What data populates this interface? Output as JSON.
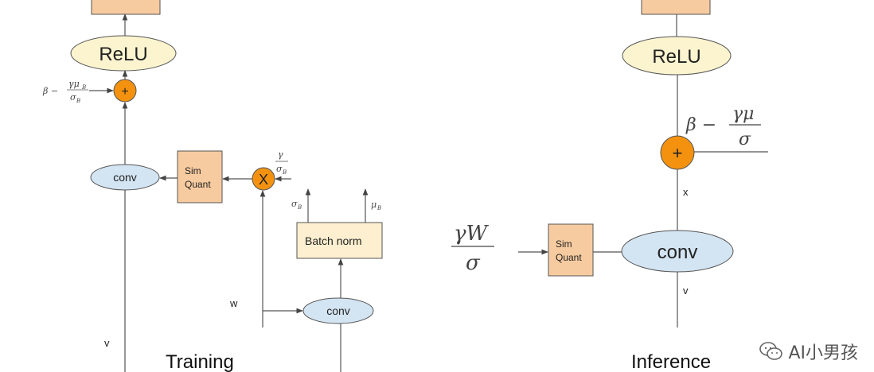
{
  "training": {
    "relu": "ReLU",
    "plus": "+",
    "bias_math_left": "β −",
    "bias_frac_num": "γμ",
    "bias_frac_num_sub": "B",
    "bias_frac_den": "σ",
    "bias_frac_den_sub": "B",
    "conv": "conv",
    "sim_quant_line1": "Sim",
    "sim_quant_line2": "Quant",
    "multiply": "X",
    "scale_num": "γ",
    "scale_den": "σ",
    "scale_den_sub": "B",
    "sigma_out": "σ",
    "sigma_out_sub": "B",
    "mu_out": "μ",
    "mu_out_sub": "B",
    "batch_norm": "Batch norm",
    "conv2": "conv",
    "w_label": "w",
    "v_label": "v",
    "caption": "Training"
  },
  "inference": {
    "relu": "ReLU",
    "plus": "+",
    "bias_left": "β −",
    "bias_num": "γμ",
    "bias_den": "σ",
    "x_label": "x",
    "conv": "conv",
    "sim_quant_line1": "Sim",
    "sim_quant_line2": "Quant",
    "weight_num": "γW",
    "weight_den": "σ",
    "v_label": "v",
    "caption": "Inference"
  },
  "watermark": {
    "text": "AI小男孩",
    "icon": "wechat-icon"
  },
  "colors": {
    "relu_fill": "#fbf4cf",
    "node_orange": "#f4920f",
    "sim_quant_fill": "#f7cba0",
    "conv_fill": "#d3e4f2",
    "batch_norm_fill": "#fdefcf"
  }
}
